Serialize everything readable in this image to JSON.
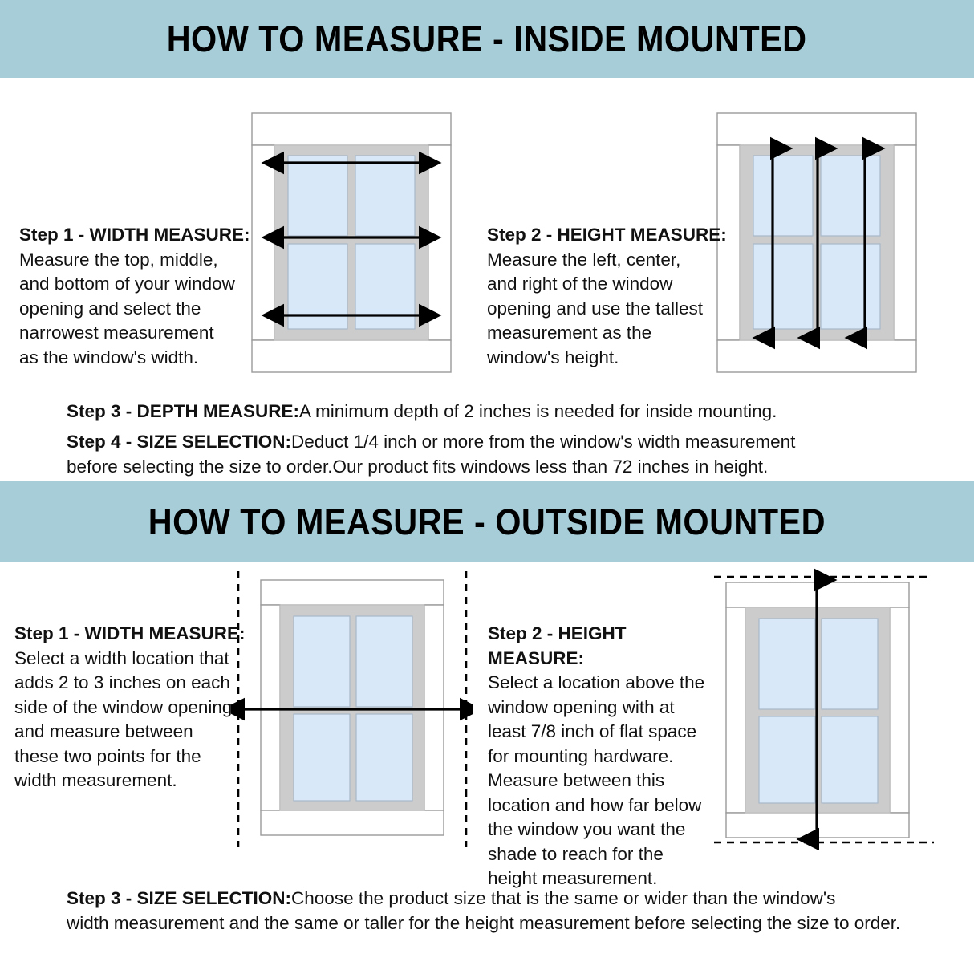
{
  "headers": {
    "inside": "HOW TO MEASURE - INSIDE MOUNTED",
    "outside": "HOW TO MEASURE - OUTSIDE MOUNTED"
  },
  "inside_mounted": {
    "step1": {
      "heading": "Step 1 - WIDTH MEASURE:",
      "body": "Measure the top, middle,\nand bottom of your window\nopening and select the\nnarrowest measurement\nas the window's width."
    },
    "step2": {
      "heading": "Step 2 - HEIGHT MEASURE:",
      "body": "Measure the left, center,\nand right of the window\nopening and use the tallest\n measurement as the\nwindow's height."
    },
    "step3": {
      "heading": "Step 3 - DEPTH MEASURE:",
      "body": "A minimum depth of 2 inches is needed for inside mounting."
    },
    "step4": {
      "heading": "Step 4 - SIZE SELECTION:",
      "body": "Deduct 1/4 inch or more from the window's width measurement",
      "body_line2": "before selecting the size to order.Our product fits windows less than 72 inches in height."
    }
  },
  "outside_mounted": {
    "step1": {
      "heading": "Step 1 - WIDTH MEASURE:",
      "body": "Select a width location that\nadds 2 to 3 inches on each\nside of the window opening\n and measure between\nthese two points for the\nwidth measurement."
    },
    "step2": {
      "heading": "Step 2 - HEIGHT MEASURE:",
      "body": "Select a location above the\nwindow opening with at\nleast 7/8 inch of flat space\nfor mounting hardware.\nMeasure between this\nlocation and how far below\nthe window you want the\nshade to reach for the\nheight measurement."
    },
    "step3": {
      "heading": "Step 3 - SIZE SELECTION:",
      "body": "Choose the product size that is the same or wider than the window's",
      "body_line2": "width measurement and the same or taller for the height measurement before selecting the size to order."
    }
  },
  "diagrams": {
    "inside_width": {
      "name": "window-inside-width",
      "arrow_count": 3,
      "arrow_direction": "horizontal",
      "arrow_labels": [
        "top width",
        "middle width",
        "bottom width"
      ]
    },
    "inside_height": {
      "name": "window-inside-height",
      "arrow_count": 3,
      "arrow_direction": "vertical",
      "arrow_labels": [
        "left height",
        "center height",
        "right height"
      ]
    },
    "outside_width": {
      "name": "window-outside-width",
      "arrow_count": 1,
      "arrow_direction": "horizontal",
      "guide_lines": "vertical-dashed-both-sides"
    },
    "outside_height": {
      "name": "window-outside-height",
      "arrow_count": 1,
      "arrow_direction": "vertical",
      "guide_lines": "horizontal-dashed-top-and-bottom"
    }
  },
  "colors": {
    "band": "#a6cdd8",
    "glass": "#d8e8f8",
    "sash": "#cccccc",
    "frame_outline": "#9a9a9a",
    "casing": "#ffffff",
    "arrow": "#000000",
    "text": "#111111"
  }
}
